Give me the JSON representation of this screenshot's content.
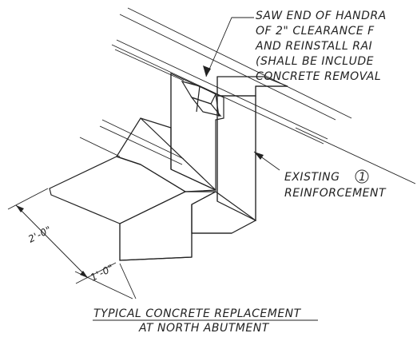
{
  "drawing": {
    "note_top": [
      "SAW END OF HANDRA",
      "OF 2\" CLEARANCE F",
      "AND REINSTALL RAI",
      "(SHALL BE INCLUDE",
      "CONCRETE REMOVAL"
    ],
    "note_existing": [
      "EXISTING",
      "REINFORCEMENT"
    ],
    "note_existing_number": "1",
    "dim_long": "2'-0\"",
    "dim_short": "1'-0\"",
    "title_lines": [
      "TYPICAL CONCRETE REPLACEMENT",
      "AT NORTH ABUTMENT"
    ]
  }
}
